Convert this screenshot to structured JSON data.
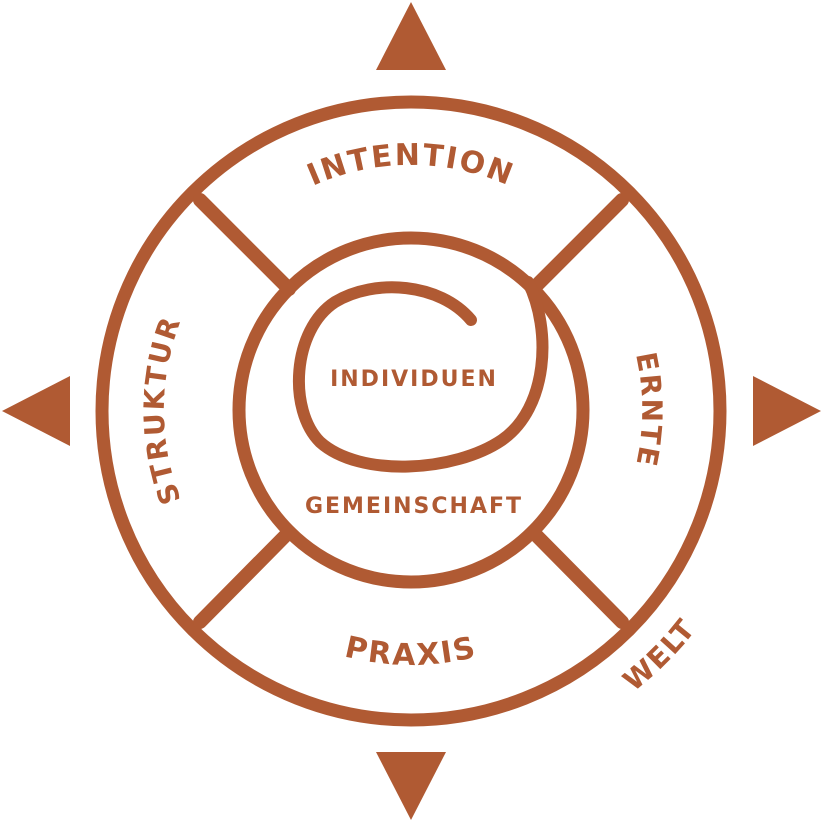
{
  "colors": {
    "accent": "#b05a33",
    "background": "#ffffff"
  },
  "labels": {
    "intention": "INTENTION",
    "ernte": "ERNTE",
    "praxis": "PRAXIS",
    "struktur": "STRUKTUR",
    "individuen": "INDIVIDUEN",
    "gemeinschaft": "GEMEINSCHAFT",
    "welt": "WELT"
  }
}
